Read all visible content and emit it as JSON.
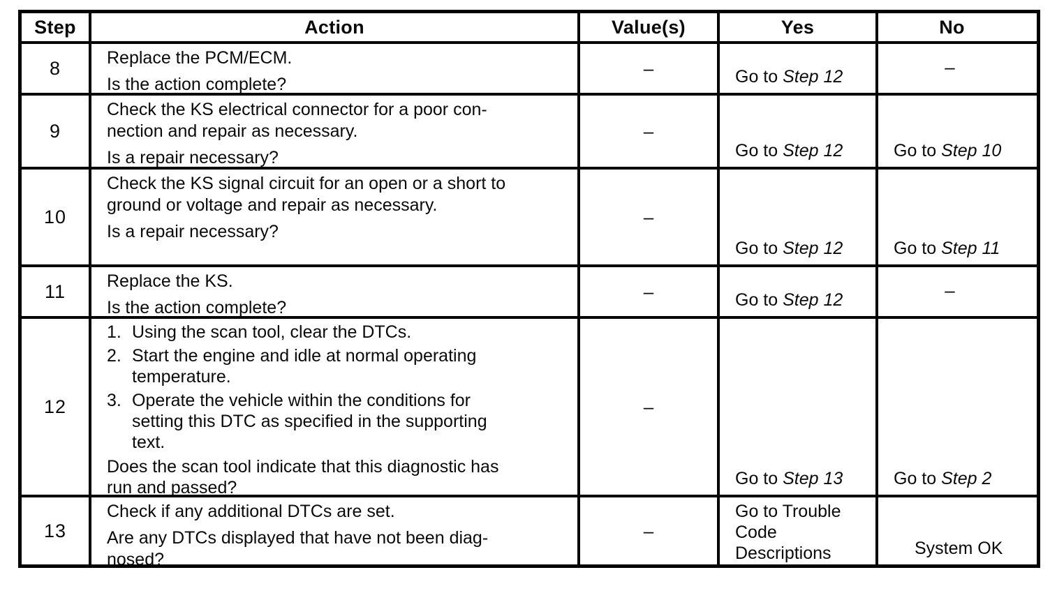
{
  "table": {
    "headers": [
      "Step",
      "Action",
      "Value(s)",
      "Yes",
      "No"
    ],
    "rows": [
      {
        "step": "8",
        "paragraphs": [
          [
            "Replace the PCM/ECM."
          ],
          [
            "Is the action complete?"
          ]
        ],
        "value": "–",
        "yes": {
          "prefix": "Go to ",
          "step_ref": "Step 12"
        },
        "no": {
          "dash": "–"
        }
      },
      {
        "step": "9",
        "paragraphs": [
          [
            "Check the KS electrical connector for a poor con-",
            "nection and repair as necessary."
          ],
          [
            "Is a repair necessary?"
          ]
        ],
        "value": "–",
        "yes": {
          "prefix": "Go to ",
          "step_ref": "Step 12"
        },
        "no": {
          "prefix": "Go to ",
          "step_ref": "Step 10"
        }
      },
      {
        "step": "10",
        "paragraphs": [
          [
            "Check the KS signal circuit for an open or a short to",
            "ground or voltage and repair as necessary."
          ],
          [
            "Is a repair necessary?"
          ]
        ],
        "value": "–",
        "yes": {
          "prefix": "Go to ",
          "step_ref": "Step 12"
        },
        "no": {
          "prefix": "Go to ",
          "step_ref": "Step 11"
        }
      },
      {
        "step": "11",
        "paragraphs": [
          [
            "Replace the KS."
          ],
          [
            "Is the action complete?"
          ]
        ],
        "value": "–",
        "yes": {
          "prefix": "Go to ",
          "step_ref": "Step 12"
        },
        "no": {
          "dash": "–"
        }
      },
      {
        "step": "12",
        "list_items": [
          {
            "num": "1.",
            "lines": [
              "Using the scan tool, clear the DTCs."
            ]
          },
          {
            "num": "2.",
            "lines": [
              "Start the engine and idle at normal operating",
              "temperature."
            ]
          },
          {
            "num": "3.",
            "lines": [
              "Operate the vehicle within the conditions for",
              "setting this DTC as specified in the supporting",
              "text."
            ]
          }
        ],
        "question_lines": [
          "Does the scan tool indicate that this diagnostic has",
          "run and passed?"
        ],
        "value": "–",
        "yes": {
          "prefix": "Go to ",
          "step_ref": "Step 13"
        },
        "no": {
          "prefix": "Go to ",
          "step_ref": "Step 2"
        }
      },
      {
        "step": "13",
        "paragraphs": [
          [
            "Check if any additional DTCs are set."
          ],
          [
            "Are any DTCs displayed that have not been diag-",
            "nosed?"
          ]
        ],
        "value": "–",
        "yes": {
          "lines": [
            "Go to Trouble",
            "Code",
            "Descriptions"
          ]
        },
        "no": {
          "text": "System OK"
        }
      }
    ]
  }
}
